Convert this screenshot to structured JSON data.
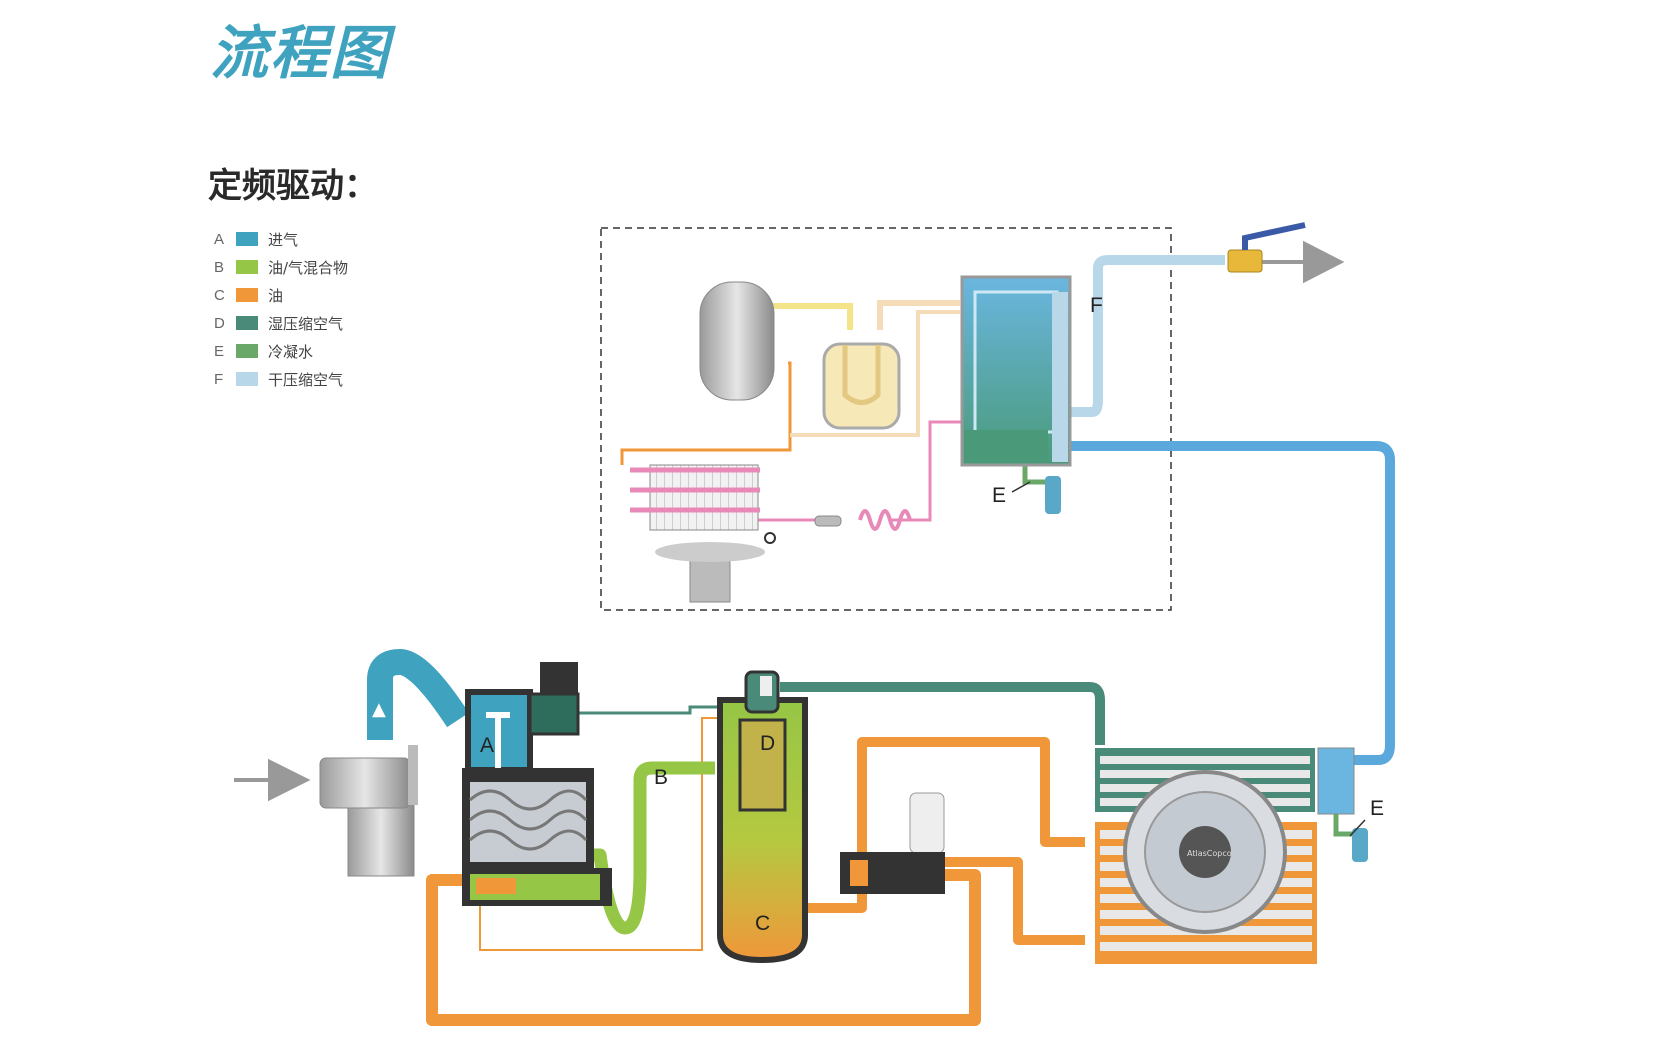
{
  "title": "流程图",
  "subtitle": "定频驱动：",
  "legend": [
    {
      "letter": "A",
      "label": "进气",
      "color": "#3fa3bf"
    },
    {
      "letter": "B",
      "label": "油/气混合物",
      "color": "#95c645"
    },
    {
      "letter": "C",
      "label": "油",
      "color": "#f0973a"
    },
    {
      "letter": "D",
      "label": "湿压缩空气",
      "color": "#4a8a78"
    },
    {
      "letter": "E",
      "label": "冷凝水",
      "color": "#6aa86a"
    },
    {
      "letter": "F",
      "label": "干压缩空气",
      "color": "#b8d8ea"
    }
  ],
  "diagram_labels": {
    "a": "A",
    "b": "B",
    "c": "C",
    "d": "D",
    "e1": "E",
    "e2": "E",
    "f": "F"
  },
  "logo_text": "AtlasCopco"
}
